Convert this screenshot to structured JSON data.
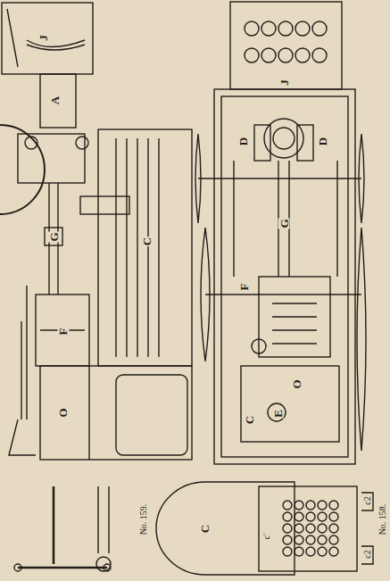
{
  "diagram": {
    "labels": [
      "J",
      "A",
      "G",
      "C",
      "F",
      "O",
      "J",
      "D",
      "D",
      "G",
      "F",
      "O",
      "C",
      "E",
      "No. 159.",
      "No. 158.",
      "C",
      "c'",
      "c2",
      "c2"
    ]
  }
}
